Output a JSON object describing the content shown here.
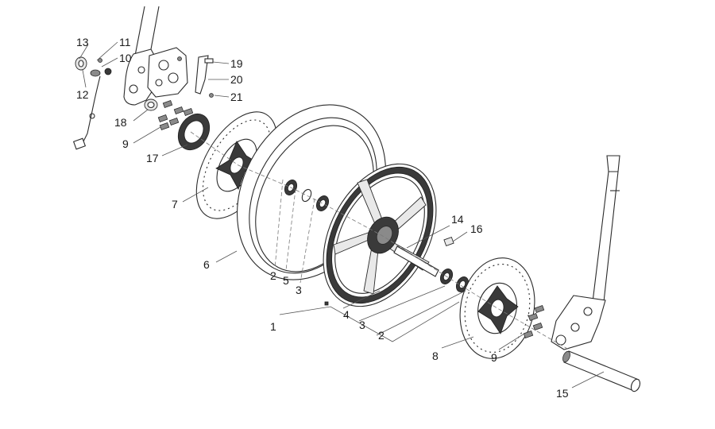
{
  "diagram": {
    "callouts": [
      {
        "id": "c13",
        "label": "13"
      },
      {
        "id": "c11",
        "label": "11"
      },
      {
        "id": "c10",
        "label": "10"
      },
      {
        "id": "c12",
        "label": "12"
      },
      {
        "id": "c19",
        "label": "19"
      },
      {
        "id": "c20",
        "label": "20"
      },
      {
        "id": "c21",
        "label": "21"
      },
      {
        "id": "c18",
        "label": "18"
      },
      {
        "id": "c9a",
        "label": "9"
      },
      {
        "id": "c17",
        "label": "17"
      },
      {
        "id": "c7",
        "label": "7"
      },
      {
        "id": "c6",
        "label": "6"
      },
      {
        "id": "c2a",
        "label": "2"
      },
      {
        "id": "c5",
        "label": "5"
      },
      {
        "id": "c3a",
        "label": "3"
      },
      {
        "id": "c14",
        "label": "14"
      },
      {
        "id": "c16",
        "label": "16"
      },
      {
        "id": "c1",
        "label": "1"
      },
      {
        "id": "c4",
        "label": "4"
      },
      {
        "id": "c3b",
        "label": "3"
      },
      {
        "id": "c2b",
        "label": "2"
      },
      {
        "id": "c8",
        "label": "8"
      },
      {
        "id": "c9b",
        "label": "9"
      },
      {
        "id": "c15",
        "label": "15"
      }
    ]
  }
}
